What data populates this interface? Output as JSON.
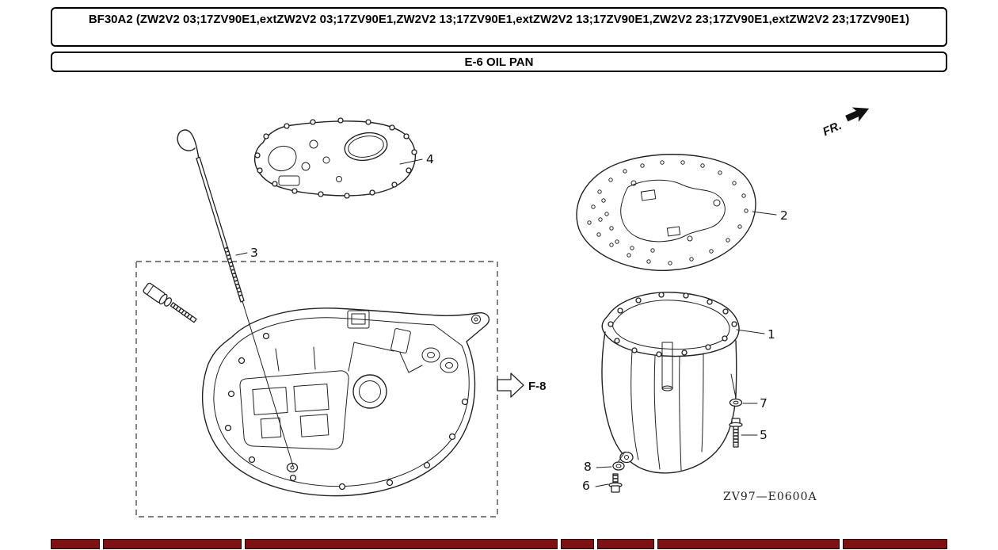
{
  "header": {
    "model_title": "BF30A2 (ZW2V2 03;17ZV90E1,extZW2V2 03;17ZV90E1,ZW2V2 13;17ZV90E1,extZW2V2 13;17ZV90E1,ZW2V2 23;17ZV90E1,extZW2V2 23;17ZV90E1)",
    "section_title": "E-6 OIL PAN"
  },
  "diagram": {
    "drawing_code": "ZV97—E0600A",
    "direction_label": "FR.",
    "reference_label": "F-8",
    "callouts": [
      "1",
      "2",
      "3",
      "4",
      "5",
      "6",
      "7",
      "8"
    ]
  },
  "colors": {
    "footer_bar": "#7d1113",
    "line": "#222222"
  }
}
